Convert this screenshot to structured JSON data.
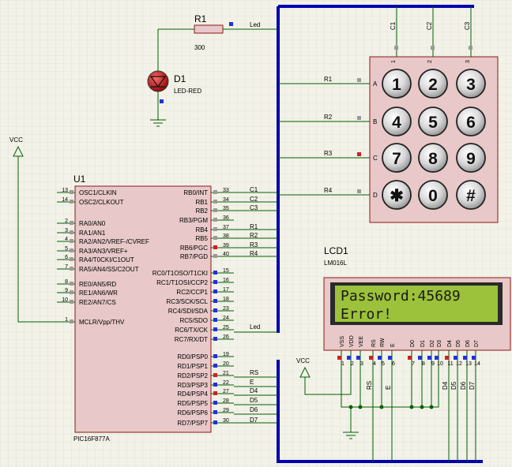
{
  "resistor": {
    "ref": "R1",
    "value": "300",
    "net": "Led"
  },
  "led": {
    "ref": "D1",
    "value": "LED-RED"
  },
  "vcc_left": "VCC",
  "vcc_right": "VCC",
  "mcu": {
    "ref": "U1",
    "part": "PIC16F877A",
    "left_pins": [
      {
        "num": "13",
        "name": "OSC1/CLKIN"
      },
      {
        "num": "14",
        "name": "OSC2/CLKOUT"
      },
      {
        "num": "2",
        "name": "RA0/AN0"
      },
      {
        "num": "3",
        "name": "RA1/AN1"
      },
      {
        "num": "4",
        "name": "RA2/AN2/VREF-/CVREF"
      },
      {
        "num": "5",
        "name": "RA3/AN3/VREF+"
      },
      {
        "num": "6",
        "name": "RA4/T0CKI/C1OUT"
      },
      {
        "num": "7",
        "name": "RA5/AN4/SS/C2OUT"
      },
      {
        "num": "8",
        "name": "RE0/AN5/RD"
      },
      {
        "num": "9",
        "name": "RE1/AN6/WR"
      },
      {
        "num": "10",
        "name": "RE2/AN7/CS"
      },
      {
        "num": "1",
        "name": "MCLR/Vpp/THV"
      }
    ],
    "right_pins": [
      {
        "num": "33",
        "name": "RB0/INT",
        "net": "C1"
      },
      {
        "num": "34",
        "name": "RB1",
        "net": "C2"
      },
      {
        "num": "35",
        "name": "RB2",
        "net": "C3"
      },
      {
        "num": "36",
        "name": "RB3/PGM",
        "net": ""
      },
      {
        "num": "37",
        "name": "RB4",
        "net": "R1"
      },
      {
        "num": "38",
        "name": "RB5",
        "net": "R2"
      },
      {
        "num": "39",
        "name": "RB6/PGC",
        "net": "R3"
      },
      {
        "num": "40",
        "name": "RB7/PGD",
        "net": "R4"
      },
      {
        "num": "15",
        "name": "RC0/T1OSO/T1CKI",
        "net": ""
      },
      {
        "num": "16",
        "name": "RC1/T1OSI/CCP2",
        "net": ""
      },
      {
        "num": "17",
        "name": "RC2/CCP1",
        "net": ""
      },
      {
        "num": "18",
        "name": "RC3/SCK/SCL",
        "net": ""
      },
      {
        "num": "23",
        "name": "RC4/SDI/SDA",
        "net": ""
      },
      {
        "num": "24",
        "name": "RC5/SDO",
        "net": ""
      },
      {
        "num": "25",
        "name": "RC6/TX/CK",
        "net": "Led"
      },
      {
        "num": "26",
        "name": "RC7/RX/DT",
        "net": ""
      },
      {
        "num": "19",
        "name": "RD0/PSP0",
        "net": ""
      },
      {
        "num": "20",
        "name": "RD1/PSP1",
        "net": ""
      },
      {
        "num": "21",
        "name": "RD2/PSP2",
        "net": "RS"
      },
      {
        "num": "22",
        "name": "RD3/PSP3",
        "net": "E"
      },
      {
        "num": "27",
        "name": "RD4/PSP4",
        "net": "D4"
      },
      {
        "num": "28",
        "name": "RD5/PSP5",
        "net": "D5"
      },
      {
        "num": "29",
        "name": "RD6/PSP6",
        "net": "D6"
      },
      {
        "num": "30",
        "name": "RD7/PSP7",
        "net": "D7"
      }
    ]
  },
  "keypad": {
    "col_nets": [
      "C1",
      "C2",
      "C3"
    ],
    "col_pins": [
      "1",
      "2",
      "3"
    ],
    "row_letters": [
      "A",
      "B",
      "C",
      "D"
    ],
    "row_nets": [
      "R1",
      "R2",
      "R3",
      "R4"
    ],
    "keys": [
      "1",
      "2",
      "3",
      "4",
      "5",
      "6",
      "7",
      "8",
      "9",
      "✱",
      "0",
      "#"
    ]
  },
  "lcd": {
    "ref": "LCD1",
    "part": "LM016L",
    "line1": "Password:45689",
    "line2": "Error!",
    "pin_names": [
      "VSS",
      "VDD",
      "VEE",
      "RS",
      "RW",
      "E",
      "D0",
      "D1",
      "D2",
      "D3",
      "D4",
      "D5",
      "D6",
      "D7"
    ],
    "pin_nums": [
      "1",
      "2",
      "3",
      "4",
      "5",
      "6",
      "7",
      "8",
      "9",
      "10",
      "11",
      "12",
      "13",
      "14"
    ],
    "net_labels": [
      "RS",
      "E",
      "D4",
      "D5",
      "D6",
      "D7"
    ]
  },
  "colors": {
    "wire": "#006000",
    "bus": "#0000b0",
    "body": "#e8c8c8",
    "body_border": "#8b1a1a",
    "lcd_screen": "#9cc13a"
  }
}
